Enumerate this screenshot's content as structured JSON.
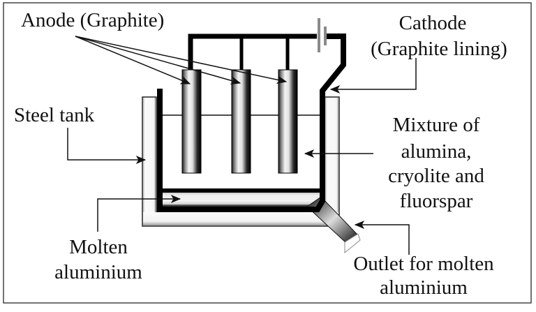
{
  "diagram": {
    "title": "Electrolytic extraction of aluminium (Hall-Héroult cell)",
    "labels": {
      "anode": "Anode (Graphite)",
      "cathode_line1": "Cathode",
      "cathode_line2": "(Graphite lining)",
      "steel_tank": "Steel tank",
      "mixture_line1": "Mixture of",
      "mixture_line2": "alumina,",
      "mixture_line3": "cryolite and",
      "mixture_line4": "fluorspar",
      "molten_line1": "Molten",
      "molten_line2": "aluminium",
      "outlet_line1": "Outlet for molten",
      "outlet_line2": "aluminium"
    },
    "components": [
      "battery",
      "anode-rods",
      "graphite-lining",
      "steel-tank",
      "electrolyte",
      "molten-aluminium-layer",
      "outlet-pipe"
    ],
    "anode_count": 3,
    "colors": {
      "ink": "#111111",
      "battery": "#8a8a8a",
      "tank_fill": "#f2f2f2"
    }
  }
}
